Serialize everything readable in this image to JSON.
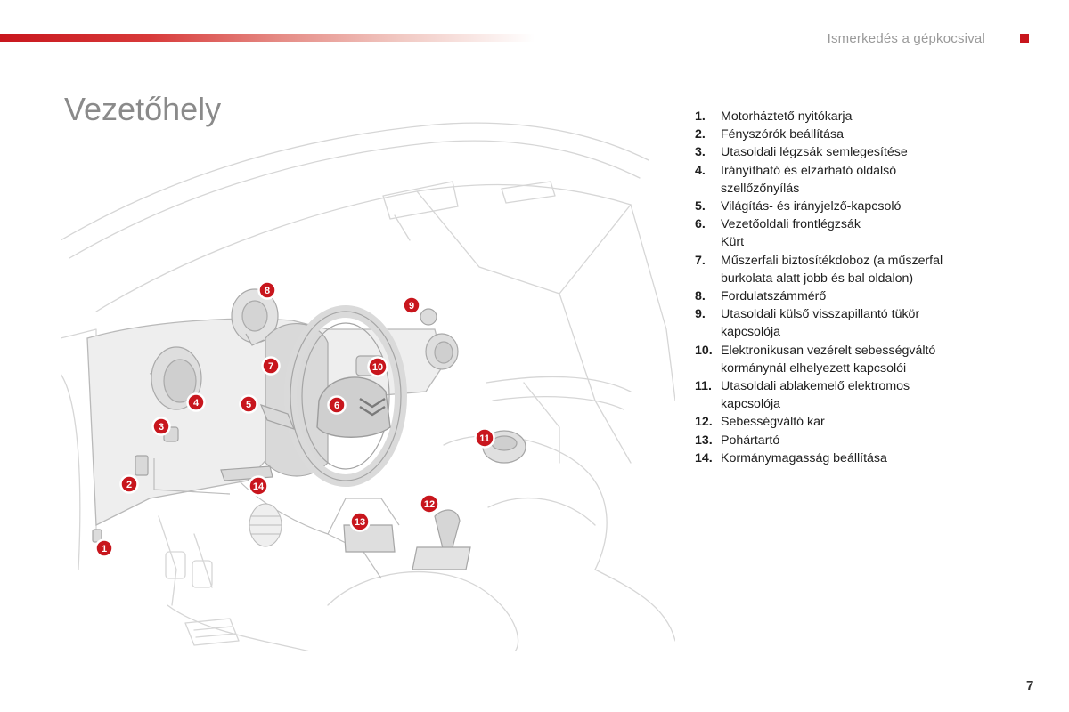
{
  "header": {
    "section_title": "Ismerkedés a gépkocsival",
    "accent_color": "#c8161d"
  },
  "page_title": "Vezetőhely",
  "page_number": "7",
  "legend": [
    {
      "num": "1.",
      "text": "Motorháztető nyitókarja"
    },
    {
      "num": "2.",
      "text": "Fényszórók beállítása"
    },
    {
      "num": "3.",
      "text": "Utasoldali légzsák semlegesítése"
    },
    {
      "num": "4.",
      "text": "Irányítható és elzárható oldalsó"
    },
    {
      "num": "",
      "text": "szellőzőnyílás"
    },
    {
      "num": "5.",
      "text": "Világítás- és irányjelző-kapcsoló"
    },
    {
      "num": "6.",
      "text": "Vezetőoldali frontlégzsák"
    },
    {
      "num": "",
      "text": "Kürt"
    },
    {
      "num": "7.",
      "text": "Műszerfali biztosítékdoboz (a műszerfal"
    },
    {
      "num": "",
      "text": "burkolata alatt jobb és bal oldalon)"
    },
    {
      "num": "8.",
      "text": "Fordulatszámmérő"
    },
    {
      "num": "9.",
      "text": "Utasoldali külső visszapillantó tükör"
    },
    {
      "num": "",
      "text": "kapcsolója"
    },
    {
      "num": "10.",
      "text": "Elektronikusan vezérelt sebességváltó"
    },
    {
      "num": "",
      "text": "kormánynál elhelyezett kapcsolói"
    },
    {
      "num": "11.",
      "text": "Utasoldali ablakemelő elektromos"
    },
    {
      "num": "",
      "text": "kapcsolója"
    },
    {
      "num": "12.",
      "text": "Sebességváltó kar"
    },
    {
      "num": "13.",
      "text": "Pohártartó"
    },
    {
      "num": "14.",
      "text": "Kormánymagasság beállítása"
    }
  ],
  "markers": [
    {
      "label": "1"
    },
    {
      "label": "2"
    },
    {
      "label": "3"
    },
    {
      "label": "4"
    },
    {
      "label": "5"
    },
    {
      "label": "6"
    },
    {
      "label": "7"
    },
    {
      "label": "8"
    },
    {
      "label": "9"
    },
    {
      "label": "10"
    },
    {
      "label": "11"
    },
    {
      "label": "12"
    },
    {
      "label": "13"
    },
    {
      "label": "14"
    }
  ]
}
